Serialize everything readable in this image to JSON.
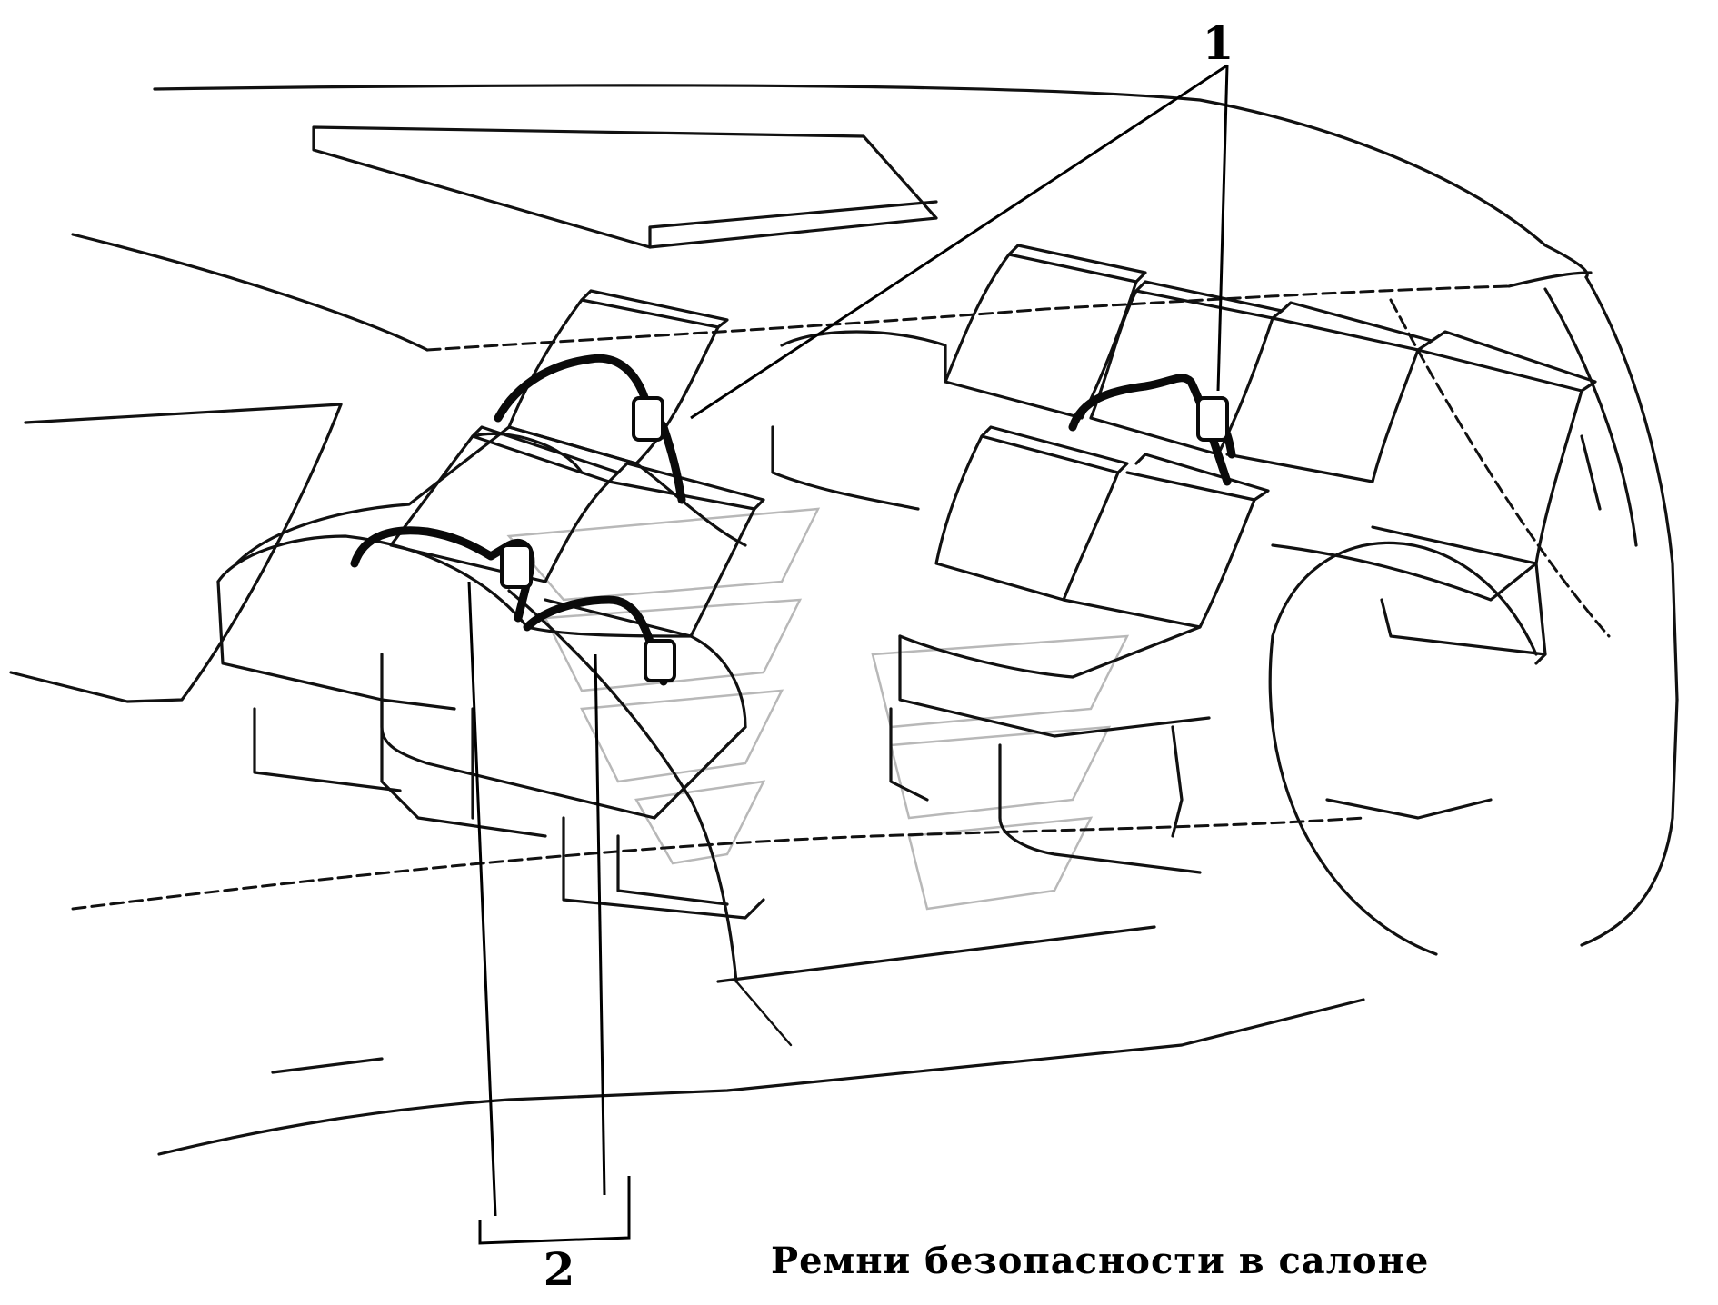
{
  "callouts": {
    "one": "1",
    "two": "2"
  },
  "caption": "Ремни безопасности в салоне",
  "colors": {
    "ink": "#111111",
    "background": "#ffffff",
    "watermark": "#b8b8b8"
  }
}
